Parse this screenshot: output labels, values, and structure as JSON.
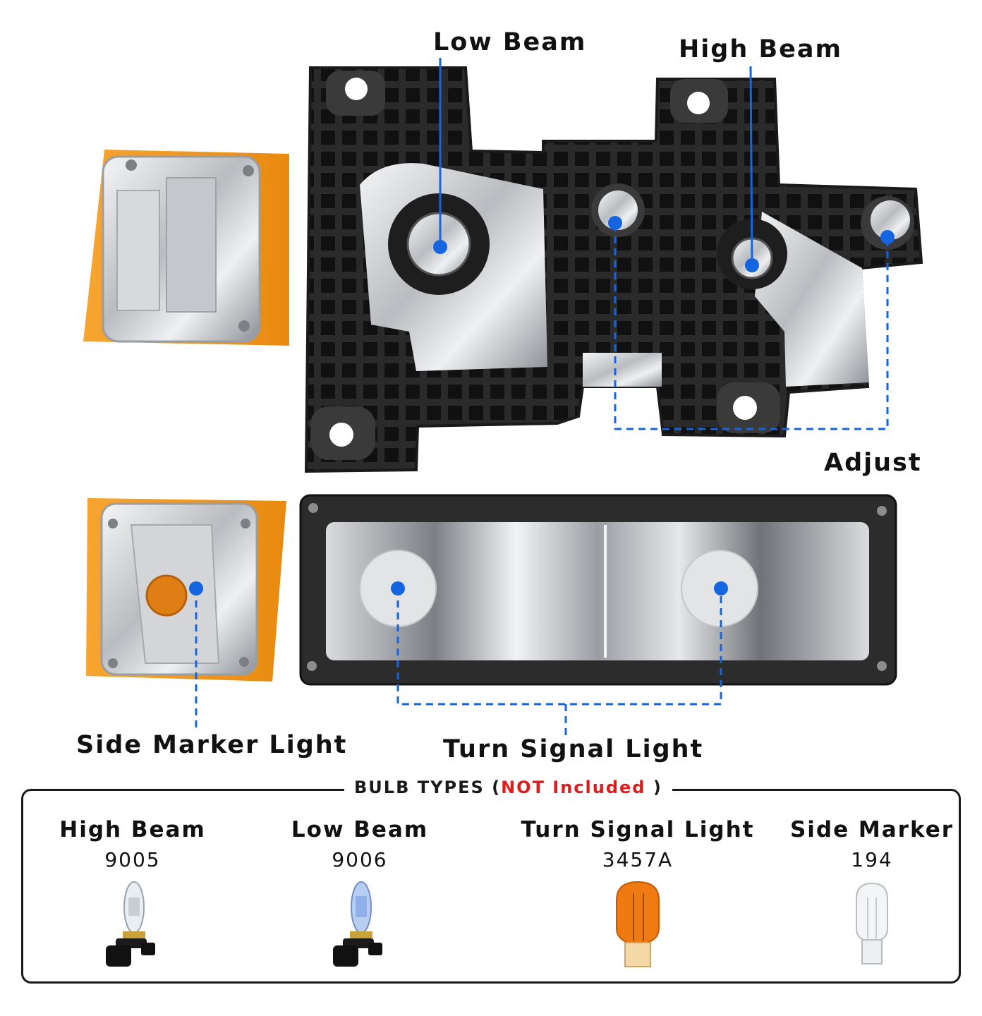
{
  "callouts": {
    "low_beam": "Low Beam",
    "high_beam": "High Beam",
    "adjust": "Adjust",
    "side_marker": "Side Marker Light",
    "turn_signal": "Turn Signal Light"
  },
  "bulb_panel": {
    "title_prefix": "BULB TYPES (",
    "title_warning": "NOT Included",
    "title_suffix": " )",
    "bulbs": [
      {
        "name": "High Beam",
        "code": "9005",
        "icon": "halogen-bulb-icon"
      },
      {
        "name": "Low Beam",
        "code": "9006",
        "icon": "blue-halogen-bulb-icon"
      },
      {
        "name": "Turn Signal Light",
        "code": "3457A",
        "icon": "amber-wedge-bulb-icon"
      },
      {
        "name": "Side Marker",
        "code": "194",
        "icon": "clear-wedge-bulb-icon"
      }
    ]
  },
  "colors": {
    "callout_line": "#1565e0",
    "callout_dot": "#1565e0",
    "warning_text": "#e01b1b",
    "housing": "#2a2a2a",
    "amber_lens": "#f29b1d",
    "chrome": "#c9ccd0"
  }
}
